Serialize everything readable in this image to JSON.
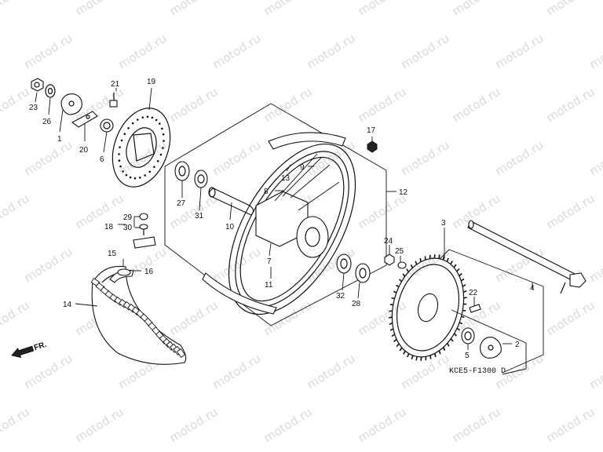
{
  "diagram": {
    "code": "KCE5-F1300 D",
    "direction_label": "FR.",
    "watermark": "motod.ru",
    "callouts": {
      "c1": "1",
      "c2": "2",
      "c3": "3",
      "c4": "4",
      "c5": "5",
      "c6": "6",
      "c7": "7",
      "c8": "8",
      "c9": "9",
      "c10": "10",
      "c11": "11",
      "c12": "12",
      "c13": "13",
      "c14": "14",
      "c15": "15",
      "c16": "16",
      "c17": "17",
      "c18": "18",
      "c19": "19",
      "c20": "20",
      "c21": "21",
      "c22": "22",
      "c23": "23",
      "c24": "24",
      "c25": "25",
      "c26": "26",
      "c27": "27",
      "c28": "28",
      "c29": "29",
      "c30": "30",
      "c31": "31",
      "c32": "32"
    }
  }
}
